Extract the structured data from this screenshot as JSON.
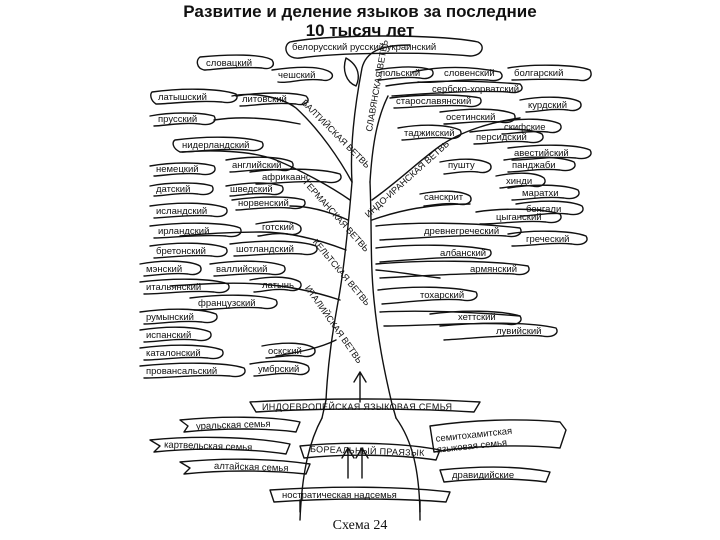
{
  "title": {
    "line1": "Развитие и деление языков за последние",
    "line2": "10 тысяч лет"
  },
  "branches": {
    "slavic": "СЛАВЯНСКАЯ ВЕТВЬ",
    "baltic": "БАЛТИЙСКАЯ ВЕТВЬ",
    "indo_iranian": "ИНДО-ИРАНСКАЯ ВЕТВЬ",
    "germanic": "ГЕРМАНСКАЯ ВЕТВЬ",
    "celtic": "КЕЛЬТСКАЯ ВЕТВЬ",
    "italic": "ИТАЛИЙСКАЯ ВЕТВЬ"
  },
  "languages": {
    "slavic_east": "белорусский русский украинский",
    "slovak": "словацкий",
    "czech": "чешский",
    "polish": "польский",
    "slovene": "словенский",
    "bulgarian": "болгарский",
    "serbo_croatian": "сербско-хорватский",
    "old_slavonic": "старославянский",
    "latvian": "латышский",
    "lithuanian": "литовский",
    "prussian": "прусский",
    "kurdish": "курдский",
    "ossetian": "осетинский",
    "scythian": "скифские",
    "tajik": "таджикский",
    "persian": "персидский",
    "avestan": "авестийский",
    "dutch": "нидерландский",
    "english": "английский",
    "german": "немецкий",
    "afrikaans": "африкаанс",
    "danish": "датский",
    "swedish": "шведский",
    "norwegian": "норвенский",
    "icelandic": "исландский",
    "pashto": "пушту",
    "panjabi": "панджаби",
    "hindi": "хинди",
    "sanskrit": "санскрит",
    "marathi": "маратхи",
    "bengali": "бенгали",
    "romani": "цыганский",
    "irish": "ирландский",
    "gothic": "готский",
    "old_greek": "древнегреческий",
    "greek": "греческий",
    "breton": "бретонский",
    "scottish": "шотландский",
    "manx": "мэнский",
    "welsh": "валлийский",
    "albanian": "албанский",
    "armenian": "армянский",
    "italian": "итальянский",
    "latin": "латынь",
    "french": "французский",
    "tocharian": "тохарский",
    "romanian": "румынский",
    "spanish": "испанский",
    "hittite": "хеттский",
    "catalan": "каталонский",
    "luwian": "лувийский",
    "oscan": "оскский",
    "provencal": "провансальский",
    "umbrian": "умбрский"
  },
  "families": {
    "indo_european": "ИНДОЕВРОПЕЙСКАЯ ЯЗЫКОВАЯ СЕМЬЯ",
    "uralic": "уральская семья",
    "kartvelian": "картвельская семья",
    "altaic": "алтайская семья",
    "boreal": "БОРЕАЛЬНЫЙ ПРАЯЗЫК",
    "semito_hamitic": "семитохамитская языковая семья",
    "dravidian": "дравидийские",
    "nostratic": "ностратическая надсемья"
  },
  "caption": "Схема 24"
}
